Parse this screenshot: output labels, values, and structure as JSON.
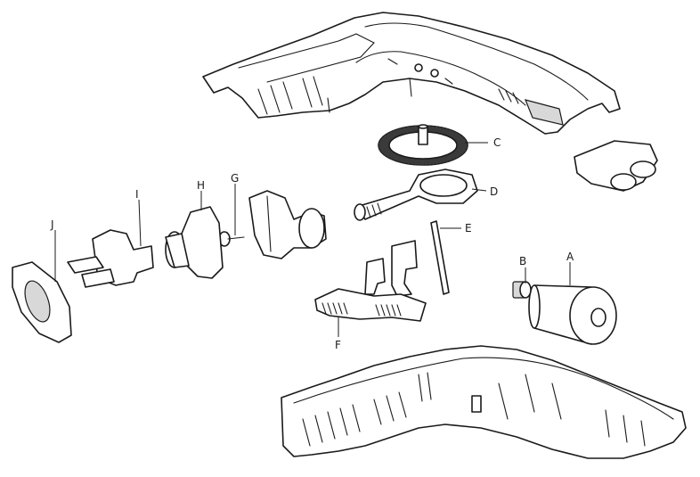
{
  "labels": {
    "A": "A",
    "B": "B",
    "C": "C",
    "D": "D",
    "E": "E",
    "F": "F",
    "G": "G",
    "H": "H",
    "I": "I",
    "J": "J"
  },
  "colors": {
    "line": "#1a1a1a",
    "fill": "#ffffff",
    "shade": "#d8d8d8"
  }
}
